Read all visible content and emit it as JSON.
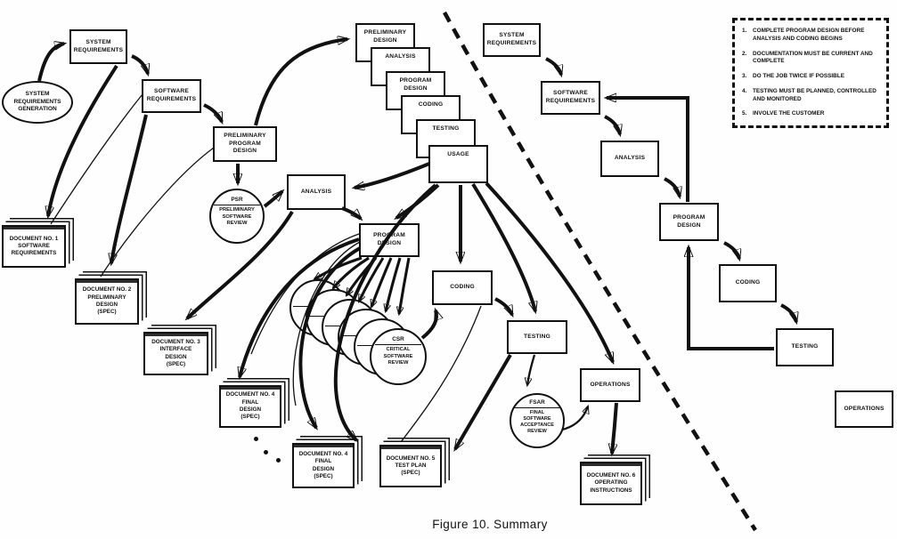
{
  "figure": {
    "caption": "Figure 10. Summary"
  },
  "left_flow": {
    "generation": "SYSTEM\nREQUIREMENTS\nGENERATION",
    "system_requirements": "SYSTEM\nREQUIREMENTS",
    "software_requirements": "SOFTWARE\nREQUIREMENTS",
    "preliminary_program_design": "PRELIMINARY\nPROGRAM\nDESIGN",
    "analysis": "ANALYSIS",
    "program_design": "PROGRAM\nDESIGN",
    "coding": "CODING",
    "testing": "TESTING",
    "operations": "OPERATIONS"
  },
  "cascade": {
    "boxes": [
      "PRELIMINARY\nDESIGN",
      "ANALYSIS",
      "PROGRAM\nDESIGN",
      "CODING",
      "TESTING",
      "USAGE"
    ]
  },
  "reviews": {
    "psr": {
      "abbr": "PSR",
      "name": "PRELIMINARY\nSOFTWARE\nREVIEW"
    },
    "csr": {
      "abbr": "CSR",
      "name": "CRITICAL\nSOFTWARE\nREVIEW"
    },
    "fsar": {
      "abbr": "FSAR",
      "name": "FINAL\nSOFTWARE\nACCEPTANCE\nREVIEW"
    }
  },
  "documents": {
    "doc1": "DOCUMENT NO. 1\nSOFTWARE\nREQUIREMENTS",
    "doc2": "DOCUMENT NO. 2\nPRELIMINARY\nDESIGN\n(SPEC)",
    "doc3": "DOCUMENT NO. 3\nINTERFACE\nDESIGN\n(SPEC)",
    "doc4a": "DOCUMENT NO. 4\nFINAL\nDESIGN\n(SPEC)",
    "doc4b": "DOCUMENT NO. 4\nFINAL\nDESIGN\n(SPEC)",
    "doc5": "DOCUMENT NO. 5\nTEST PLAN\n(SPEC)",
    "doc6": "DOCUMENT NO. 6\nOPERATING\nINSTRUCTIONS"
  },
  "right_flow": {
    "system_requirements": "SYSTEM\nREQUIREMENTS",
    "software_requirements": "SOFTWARE\nREQUIREMENTS",
    "analysis": "ANALYSIS",
    "program_design": "PROGRAM\nDESIGN",
    "coding": "CODING",
    "testing": "TESTING",
    "operations": "OPERATIONS"
  },
  "rules": {
    "items": [
      {
        "num": "1.",
        "text": "COMPLETE PROGRAM DESIGN BEFORE ANALYSIS AND CODING BEGINS"
      },
      {
        "num": "2.",
        "text": "DOCUMENTATION MUST BE CURRENT AND COMPLETE"
      },
      {
        "num": "3.",
        "text": "DO THE JOB TWICE IF POSSIBLE"
      },
      {
        "num": "4.",
        "text": "TESTING MUST BE PLANNED, CONTROLLED AND MONITORED"
      },
      {
        "num": "5.",
        "text": "INVOLVE THE CUSTOMER"
      }
    ]
  },
  "colors": {
    "ink": "#111111",
    "paper": "#ffffff"
  }
}
